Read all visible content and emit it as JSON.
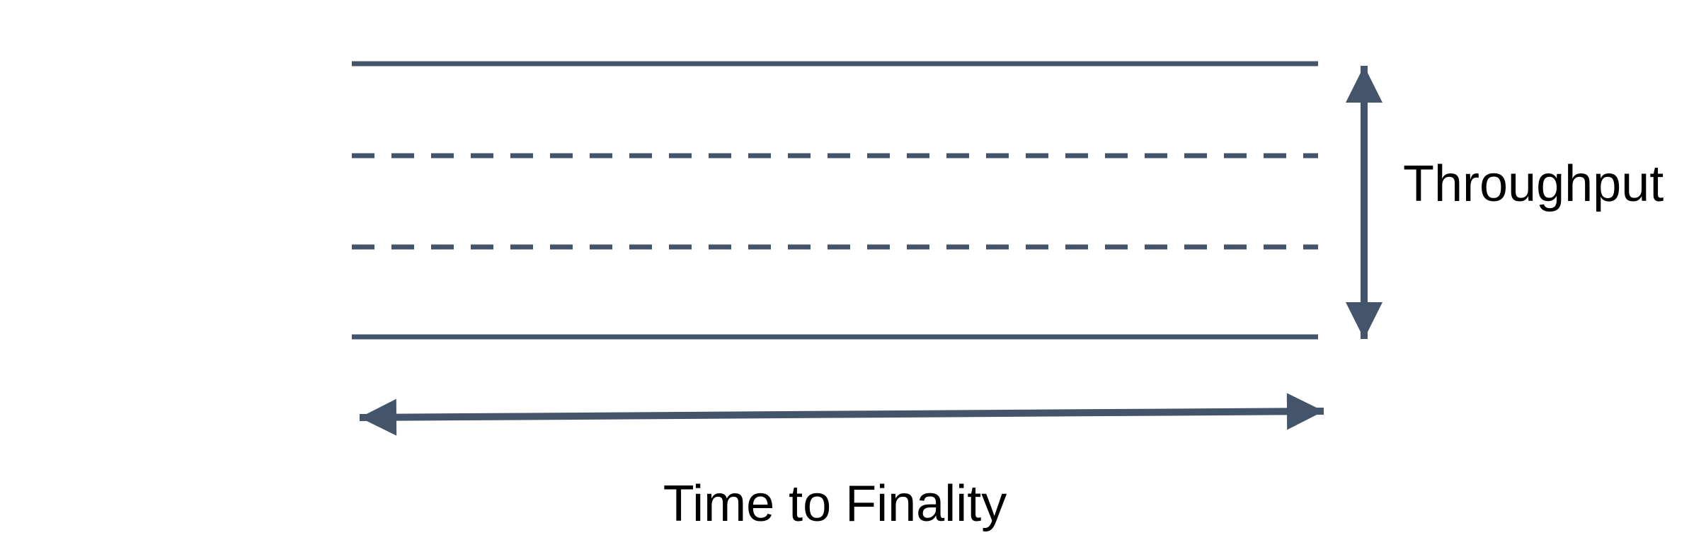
{
  "diagram": {
    "colors": {
      "background": "#ffffff",
      "shape": "#44546A",
      "text": "#000000"
    },
    "band": {
      "description": "horizontal band of four parallel lines bounded by solid edges with dashed lane dividers",
      "dash_pattern": "32 24",
      "lines": [
        {
          "name": "top-boundary",
          "style": "solid"
        },
        {
          "name": "lane-divider-1",
          "style": "dashed"
        },
        {
          "name": "lane-divider-2",
          "style": "dashed"
        },
        {
          "name": "bottom-boundary",
          "style": "solid"
        }
      ]
    },
    "vertical_axis": {
      "icon": "double-headed-vertical-arrow-icon",
      "label": "Throughput"
    },
    "horizontal_axis": {
      "icon": "double-headed-horizontal-arrow-icon",
      "label": "Time to Finality"
    }
  }
}
